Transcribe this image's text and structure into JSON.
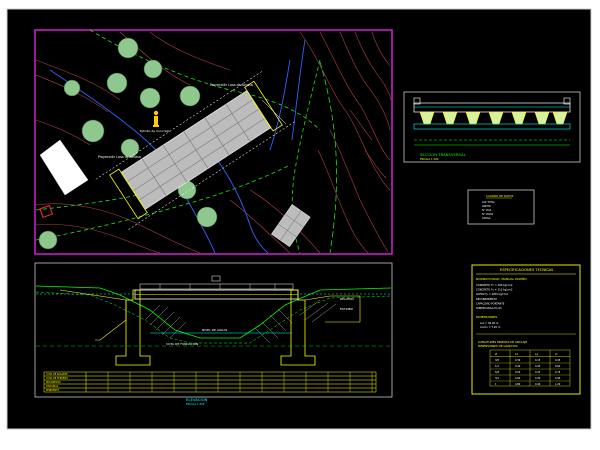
{
  "colors": {
    "background": "#000000",
    "frame": "#c8c8c8",
    "plan_border": "#d020d0",
    "accent_yellow": "#ffff00",
    "accent_cyan": "#00ffff",
    "accent_green": "#00ff00",
    "terrain_red": "#b04040",
    "road_green": "#20e020",
    "water_blue": "#3060ff",
    "tree_green": "#8ec88e",
    "deck_gray": "#bcbcbc"
  },
  "icons": {
    "tree": "tree-icon",
    "person": "person-icon",
    "compass": "north-arrow-icon"
  },
  "plan": {
    "labels": {
      "upper_right": "Proyección Losa de Acceso",
      "lower_left": "Proyección Losa de Acceso",
      "mid_left": "Estribo de Concreto"
    }
  },
  "cross_section": {
    "title": "SECCION TRANSVERSAL",
    "subtitle": "ESCALA 1:100"
  },
  "small_table": {
    "title": "CUADRO DE DATOS",
    "rows": [
      "LUZ TOTAL",
      "ANCHO",
      "N° VIAS",
      "N° VIGAS",
      "CARGA"
    ]
  },
  "elevation": {
    "title": "ELEVACION",
    "subtitle": "ESCALA 1:200",
    "labels": {
      "water_level": "NIVEL DE AGUAS",
      "bottom_note": "COTA DE FUNDACION",
      "right_top": "RELLENO",
      "right_mid": "ESTRIBO"
    },
    "table_rows": [
      "COTA DE RASANTE",
      "COTA DE TERRENO",
      "PROGRESIVA",
      "DISTANCIA",
      "PENDIENTE"
    ]
  },
  "specs": {
    "title": "ESPECIFICACIONES TECNICAS",
    "norm_heading": "NORMATIVIDAD: MANUAL DISEÑO",
    "lines": [
      "CONCRETO f'c = 280 kg/cm2",
      "CONCRETO f'c = 210 kg/cm2",
      "ACERO fy = 4200 kg/cm2",
      "RECUBRIMIENTO",
      "CAPACIDAD PORTANTE",
      "SOBRECARGA HL-93"
    ],
    "sub_heading": "DIMENSIONES",
    "sub_lines": [
      "Luz = 36.00 m",
      "Ancho = 7.20 m"
    ],
    "table_note_1": "LONGITUDES MINIMAS DE ANCLAJE",
    "table_note_2": "DIMENSIONES DE GANCHOS",
    "table_header": [
      "Ø",
      "Ld",
      "Lg",
      "Lt"
    ],
    "table_rows": [
      [
        "3/8",
        "0.30",
        "0.15",
        "0.45"
      ],
      [
        "1/2",
        "0.40",
        "0.20",
        "0.60"
      ],
      [
        "5/8",
        "0.50",
        "0.25",
        "0.75"
      ],
      [
        "3/4",
        "0.60",
        "0.30",
        "0.90"
      ],
      [
        "1",
        "0.80",
        "0.40",
        "1.20"
      ]
    ]
  }
}
